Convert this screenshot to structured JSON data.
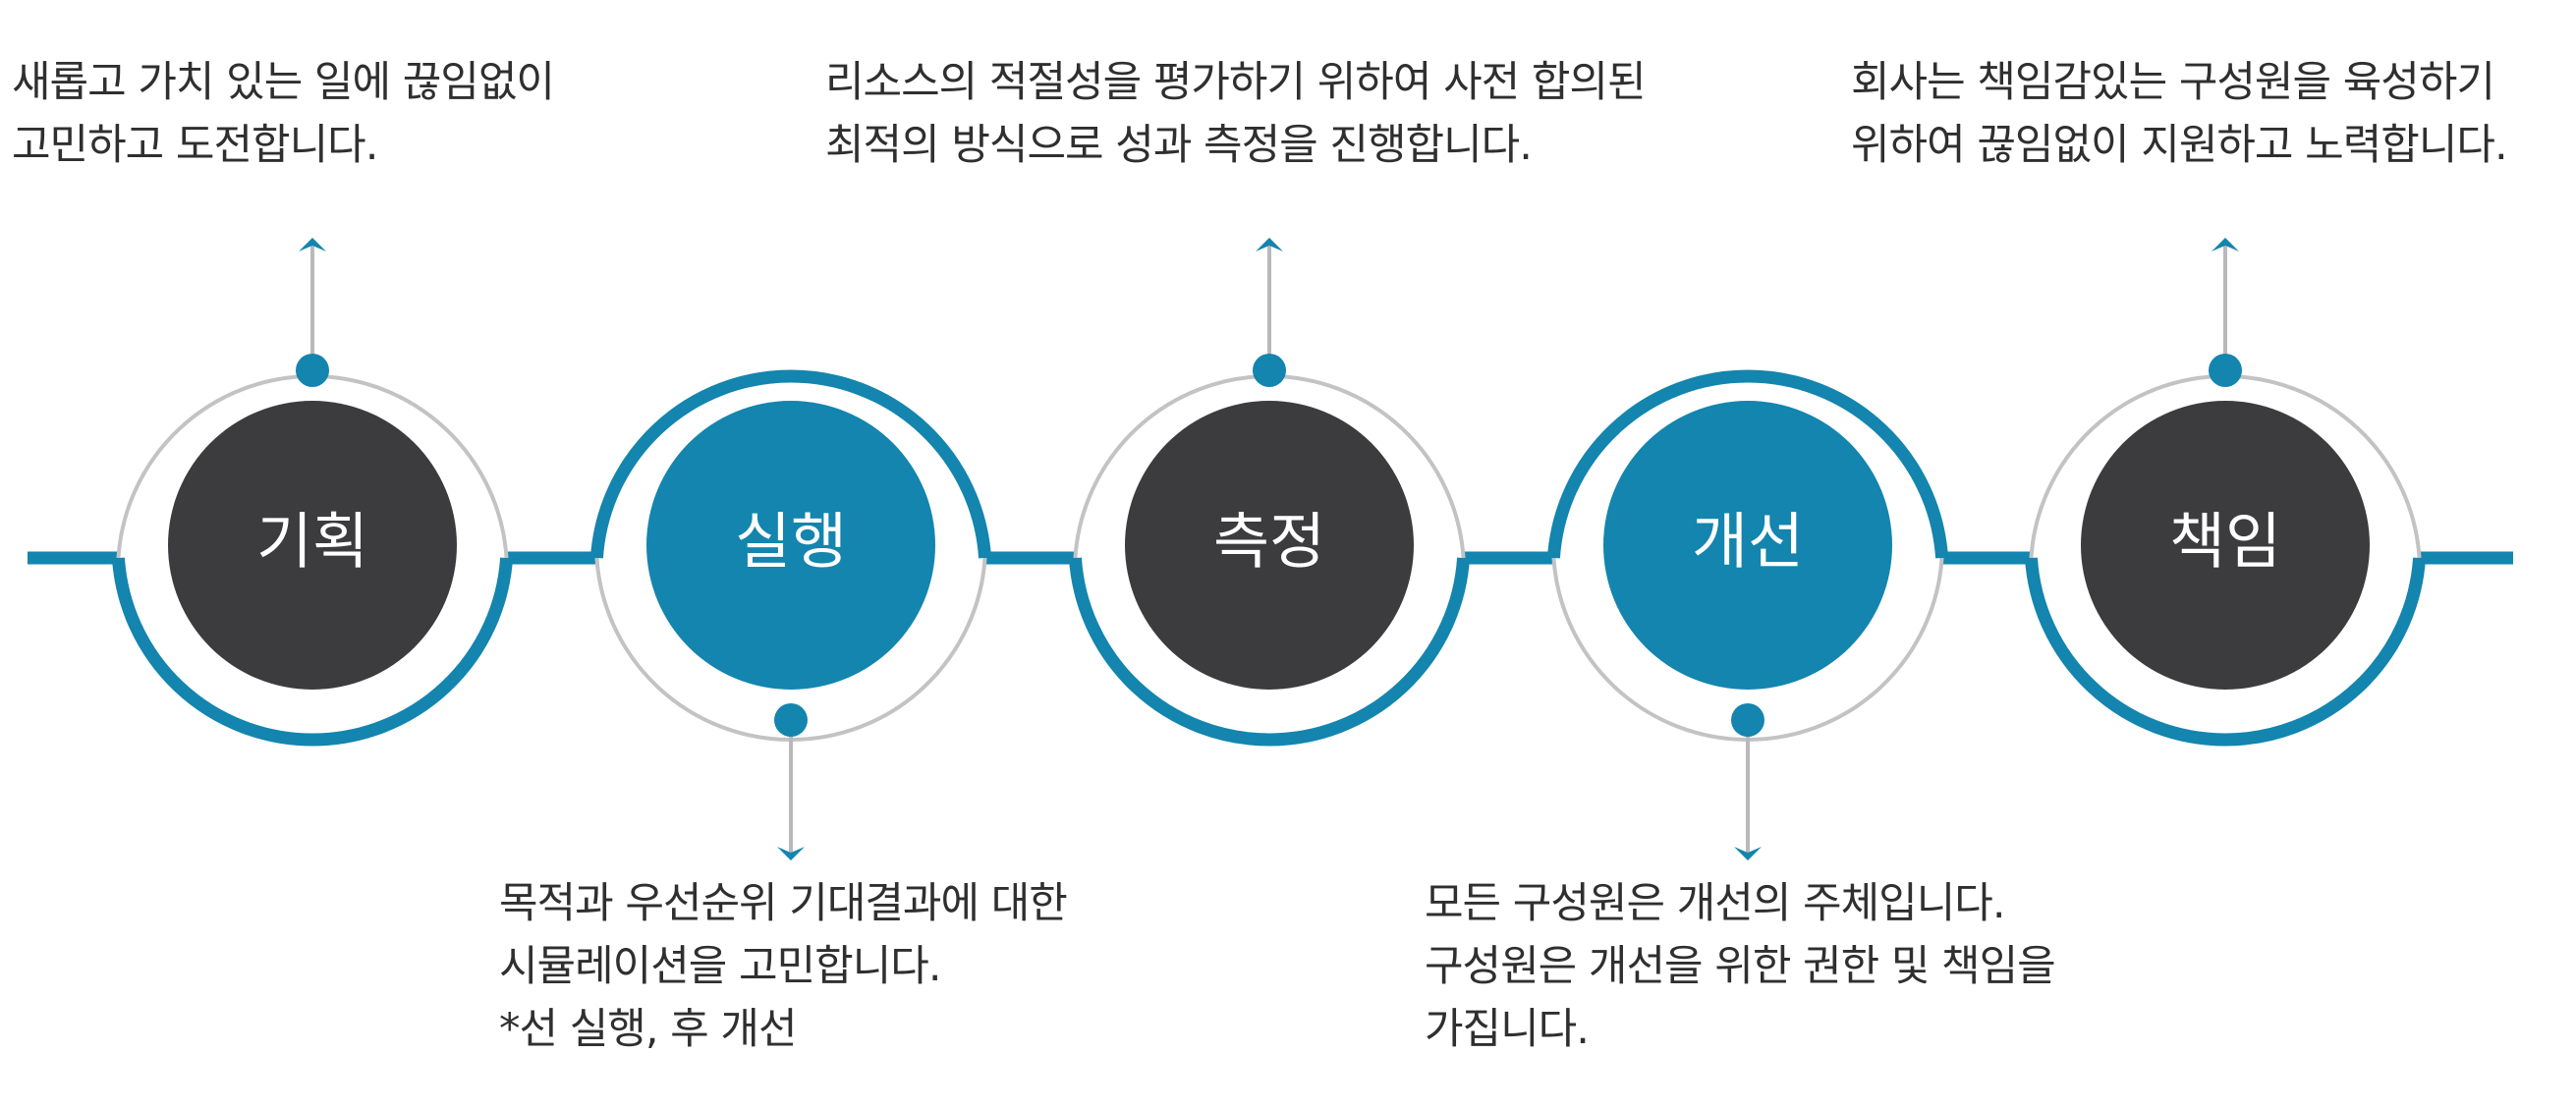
{
  "steps": [
    {
      "label": "기획",
      "variant": "dark",
      "direction": "up",
      "description": [
        "새롭고 가치 있는 일에 끊임없이",
        "고민하고 도전합니다."
      ]
    },
    {
      "label": "실행",
      "variant": "blue",
      "direction": "down",
      "description": [
        "목적과 우선순위 기대결과에 대한",
        "시뮬레이션을 고민합니다.",
        "*선 실행, 후 개선"
      ]
    },
    {
      "label": "측정",
      "variant": "dark",
      "direction": "up",
      "description": [
        "리소스의 적절성을 평가하기 위하여 사전 합의된",
        "최적의 방식으로 성과 측정을 진행합니다."
      ]
    },
    {
      "label": "개선",
      "variant": "blue",
      "direction": "down",
      "description": [
        "모든 구성원은 개선의 주체입니다.",
        "구성원은 개선을 위한 권한 및 책임을",
        "가집니다."
      ]
    },
    {
      "label": "책임",
      "variant": "dark",
      "direction": "up",
      "description": [
        "회사는 책임감있는 구성원을 육성하기",
        "위하여 끊임없이 지원하고 노력합니다."
      ]
    }
  ],
  "colors": {
    "blue": "#1385ae",
    "dark": "#3c3c3e",
    "ring_gray": "#c3c3c5",
    "text": "#2f2f2f"
  }
}
